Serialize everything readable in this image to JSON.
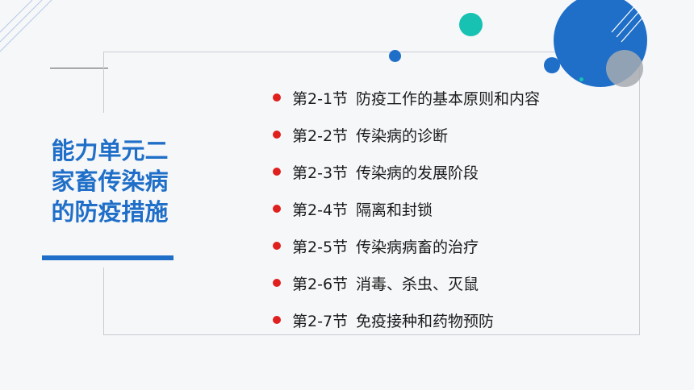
{
  "colors": {
    "accent": "#1f6fc8",
    "teal": "#17c2b3",
    "bullet": "#e01f1f",
    "grey": "#a7acb2"
  },
  "title_lines": [
    "能力单元二",
    "家畜传染病",
    "的防疫措施"
  ],
  "sections": [
    {
      "code": "第2-1节",
      "title": "防疫工作的基本原则和内容"
    },
    {
      "code": "第2-2节",
      "title": "传染病的诊断"
    },
    {
      "code": "第2-3节",
      "title": "传染病的发展阶段"
    },
    {
      "code": "第2-4节",
      "title": "隔离和封锁"
    },
    {
      "code": "第2-5节",
      "title": "传染病病畜的治疗"
    },
    {
      "code": "第2-6节",
      "title": "消毒、杀虫、灭鼠"
    },
    {
      "code": "第2-7节",
      "title": "免疫接种和药物预防"
    }
  ]
}
